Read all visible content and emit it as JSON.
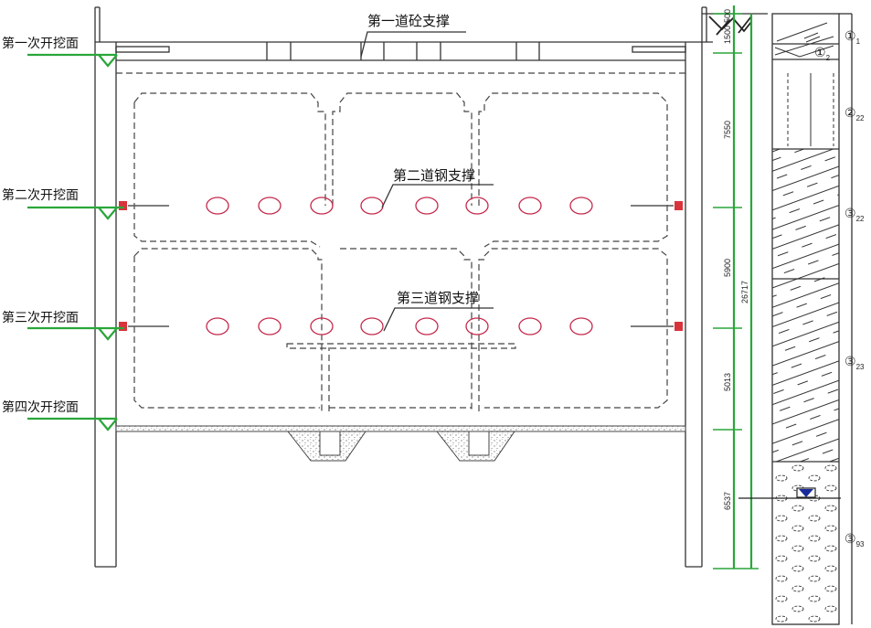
{
  "labels": {
    "strut1": "第一道砼支撑",
    "strut2": "第二道钢支撑",
    "strut3": "第三道钢支撑"
  },
  "excavation_levels": [
    "第一次开挖面",
    "第二次开挖面",
    "第三次开挖面",
    "第四次开挖面"
  ],
  "dimensions": {
    "segments": [
      "500",
      "1500",
      "7550",
      "5900",
      "5013",
      "6537"
    ],
    "total": "26717"
  },
  "soil_layers": [
    {
      "main": "①",
      "sub": "1"
    },
    {
      "main": "①",
      "sub": "2"
    },
    {
      "main": "②",
      "sub": "22"
    },
    {
      "main": "③",
      "sub": "22"
    },
    {
      "main": "③",
      "sub": "23"
    },
    {
      "main": "③",
      "sub": "93"
    }
  ],
  "colors": {
    "excavation": "#2aa63a",
    "steel_strut": "#c4284a",
    "water_level": "#1a2a9a"
  }
}
